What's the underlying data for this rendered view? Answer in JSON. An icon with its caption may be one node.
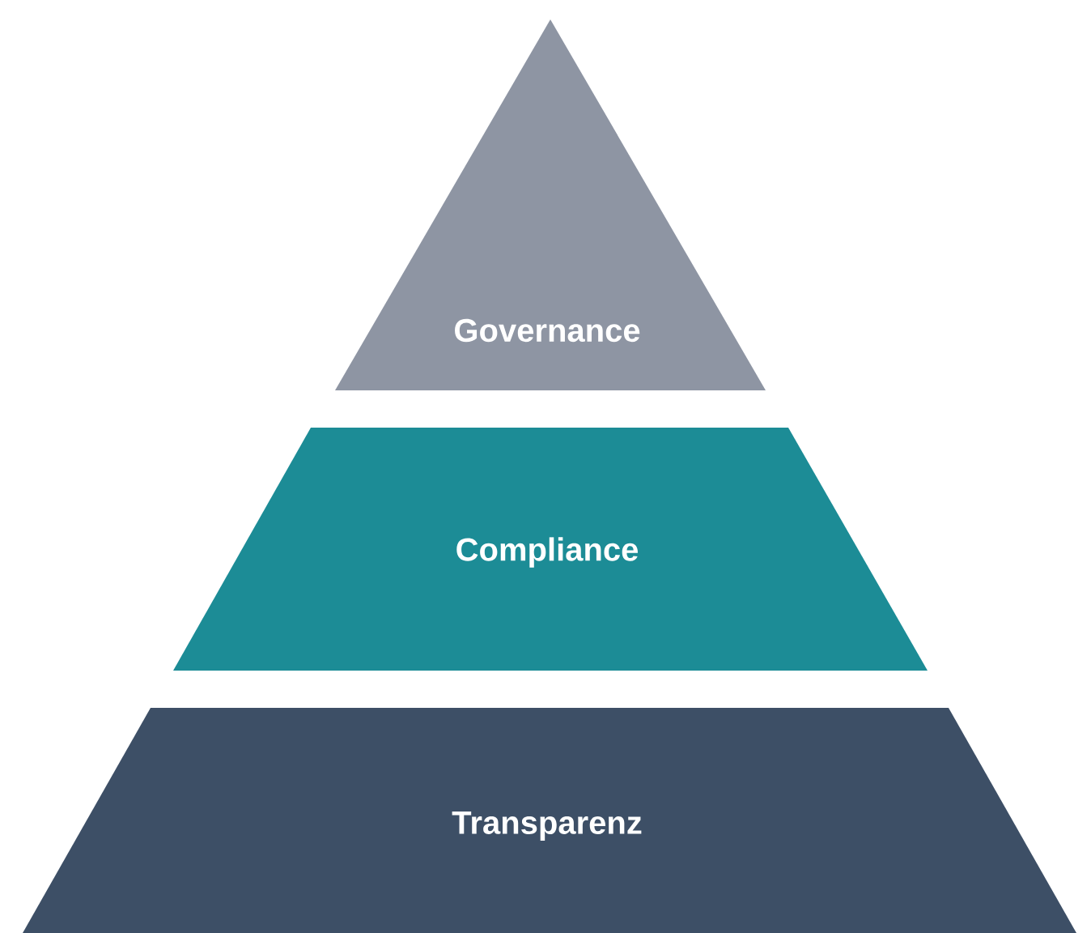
{
  "diagram": {
    "nodes": [
      {
        "text": [
          "Governance"
        ]
      },
      {
        "text": [
          "Compliance"
        ]
      },
      {
        "text": [
          "Transparenz"
        ]
      }
    ]
  }
}
